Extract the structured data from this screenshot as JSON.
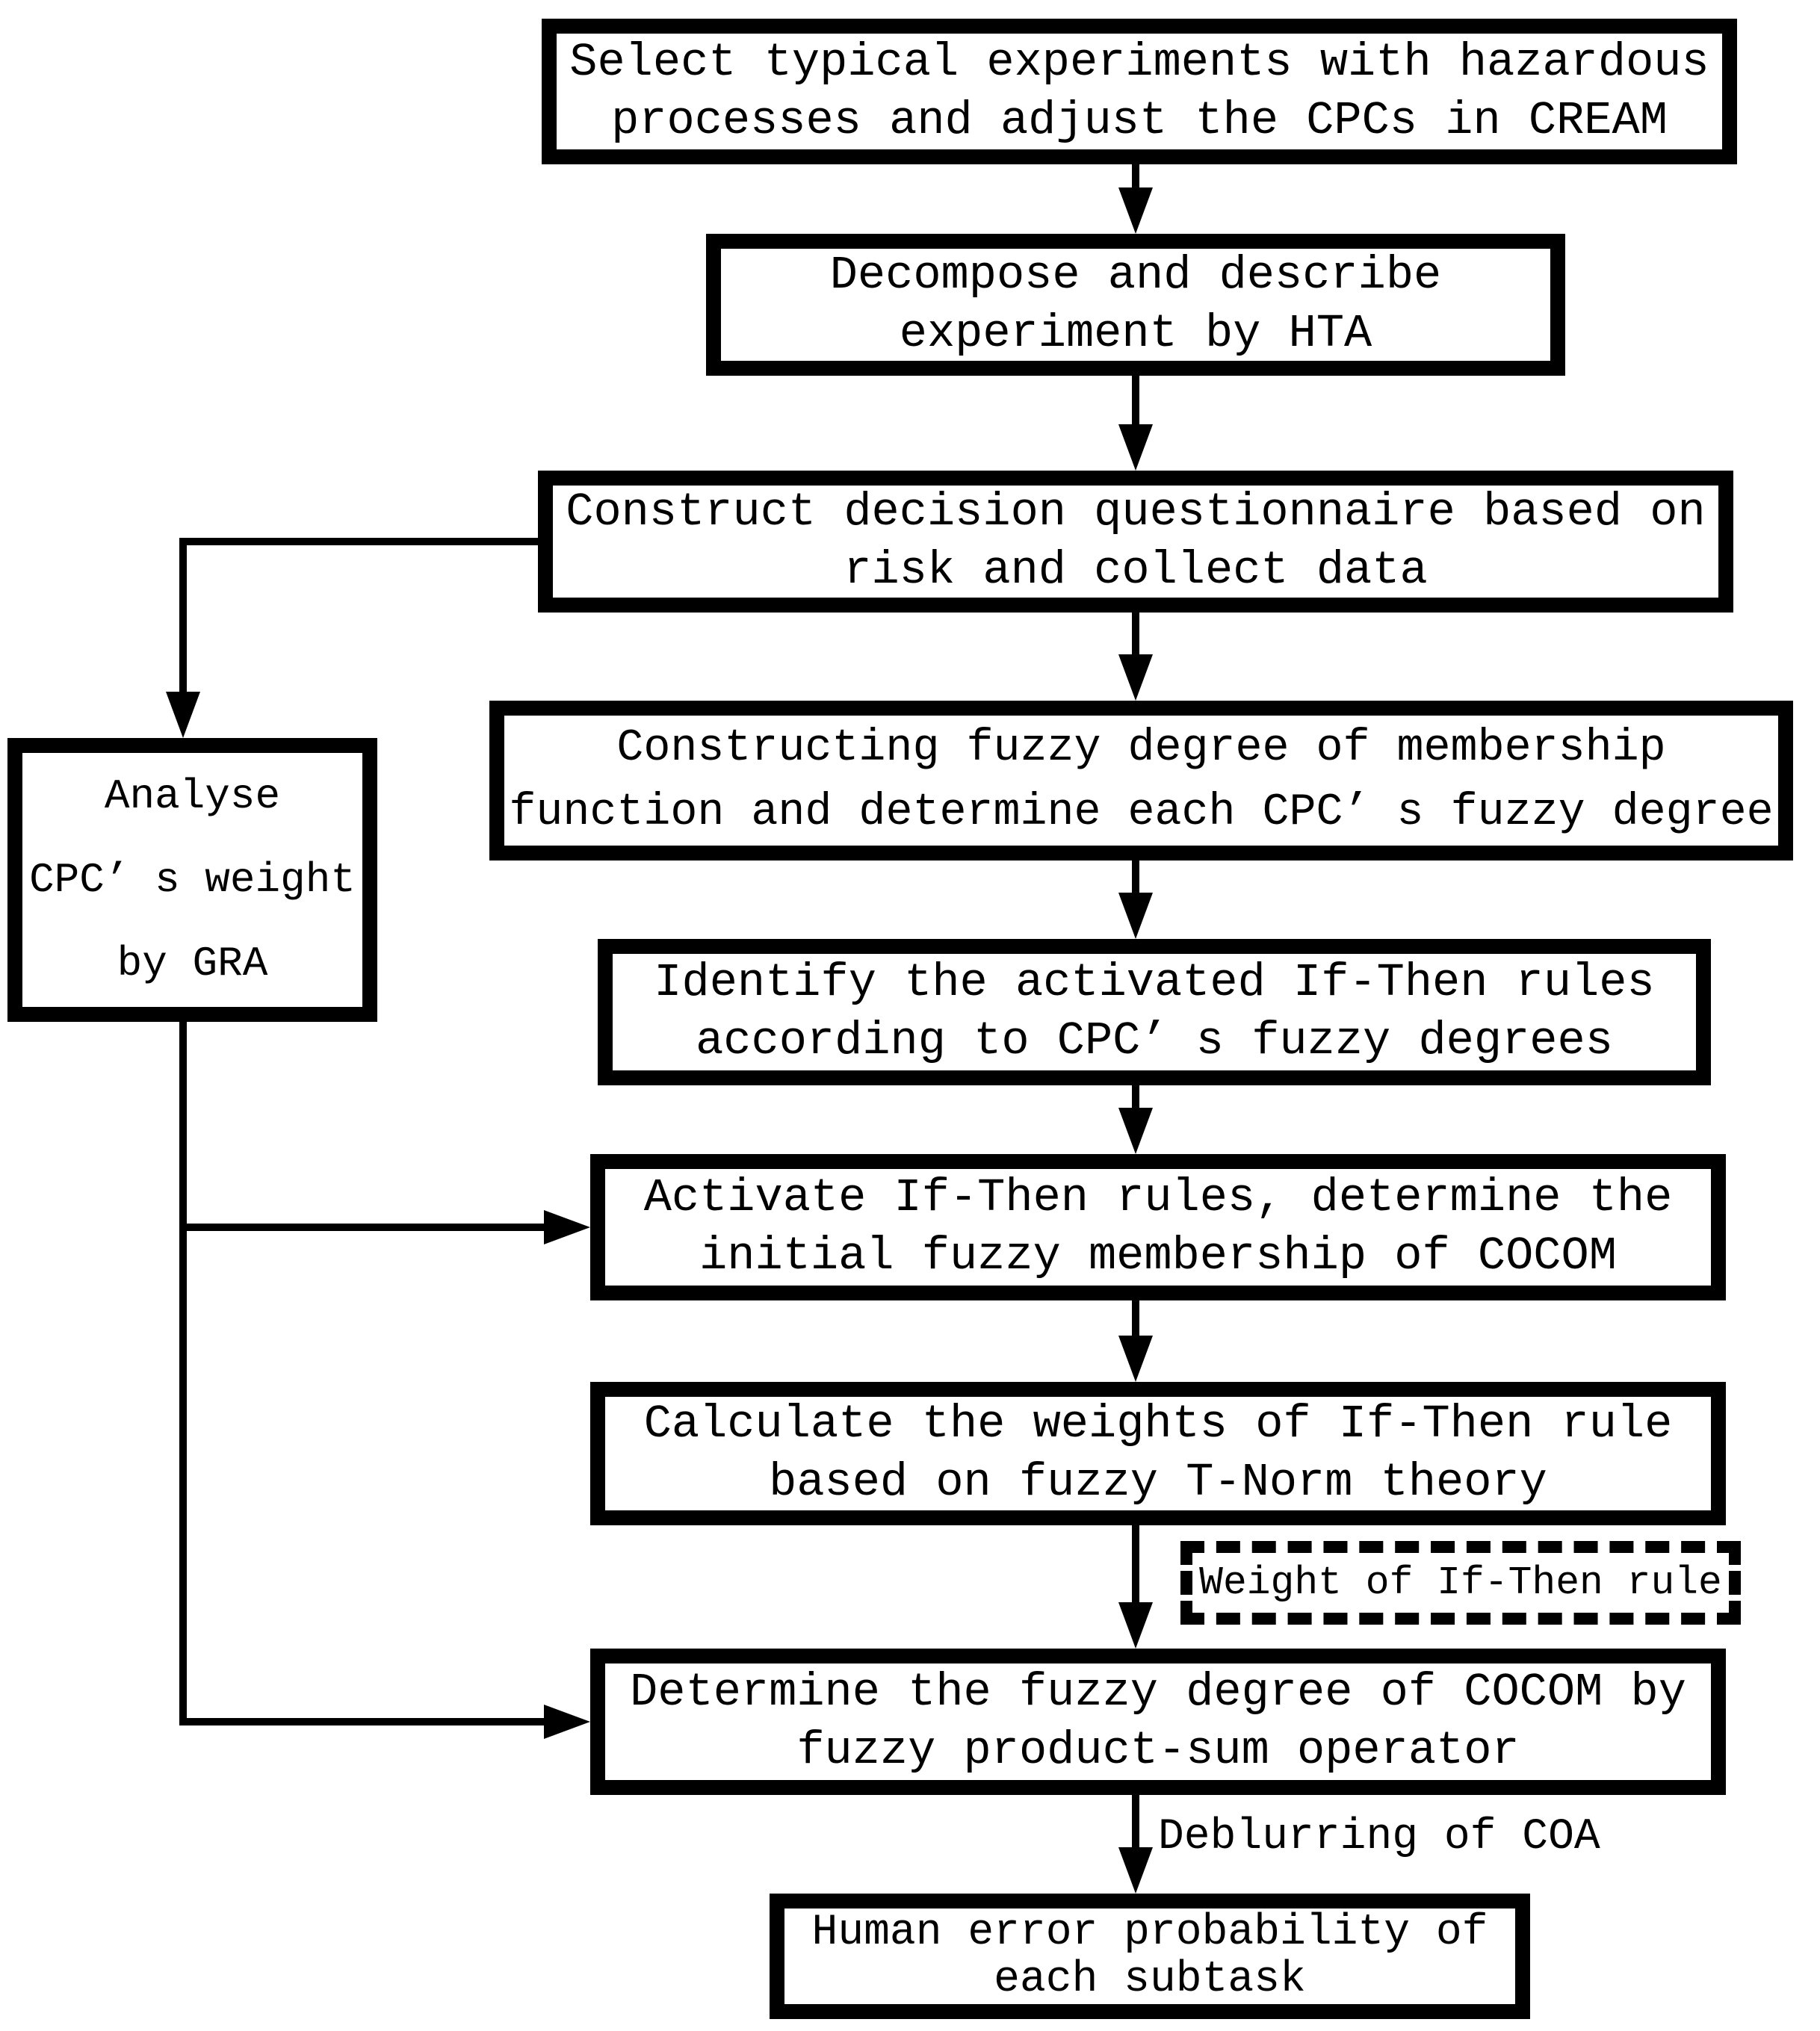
{
  "colors": {
    "ink": "#000000",
    "paper": "#ffffff"
  },
  "flowchart": {
    "steps": {
      "select_experiments": {
        "line1": "Select typical experiments with hazardous",
        "line2": "processes and adjust the CPCs in CREAM"
      },
      "decompose_hta": {
        "line1": "Decompose and describe",
        "line2": "experiment by HTA"
      },
      "questionnaire": {
        "line1": "Construct decision questionnaire based on",
        "line2": "risk and collect data"
      },
      "analyse_weight": {
        "line1": "Analyse",
        "line2": "CPC’ s weight",
        "line3": "by GRA"
      },
      "membership_function": {
        "line1": "Constructing fuzzy degree of membership",
        "line2": "function and determine each CPC’ s fuzzy degree"
      },
      "identify_rules": {
        "line1": "Identify the activated If-Then rules",
        "line2": "according to CPC’ s fuzzy degrees"
      },
      "activate_rules": {
        "line1": "Activate If-Then rules, determine the",
        "line2": "initial fuzzy membership of COCOM"
      },
      "calculate_weights": {
        "line1": "Calculate the weights of If-Then rule",
        "line2": "based on fuzzy T-Norm theory"
      },
      "weight_note": {
        "line1": "Weight of If-Then rule"
      },
      "determine_cocom": {
        "line1": "Determine the fuzzy degree of COCOM by",
        "line2": "fuzzy product-sum operator"
      },
      "hep_result": {
        "line1": "Human error probability of",
        "line2": "each subtask"
      }
    },
    "annotations": {
      "deblurring": "Deblurring of COA"
    }
  }
}
